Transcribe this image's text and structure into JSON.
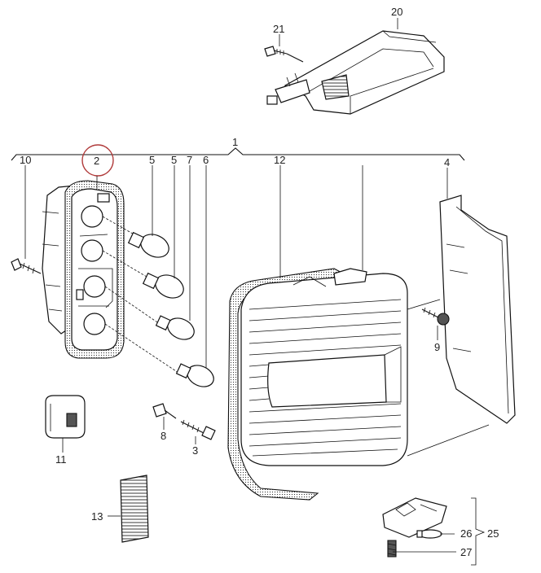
{
  "diagram": {
    "part_numbers": {
      "p1": "1",
      "p2": "2",
      "p3": "3",
      "p4": "4",
      "p5a": "5",
      "p5b": "5",
      "p6": "6",
      "p7": "7",
      "p8": "8",
      "p9": "9",
      "p10": "10",
      "p11": "11",
      "p12": "12",
      "p13": "13",
      "p20": "20",
      "p21": "21",
      "p25": "25",
      "p26": "26",
      "p27": "27"
    },
    "highlight": {
      "part": "2",
      "color": "#b03a3a"
    },
    "line_color": "#111111"
  }
}
